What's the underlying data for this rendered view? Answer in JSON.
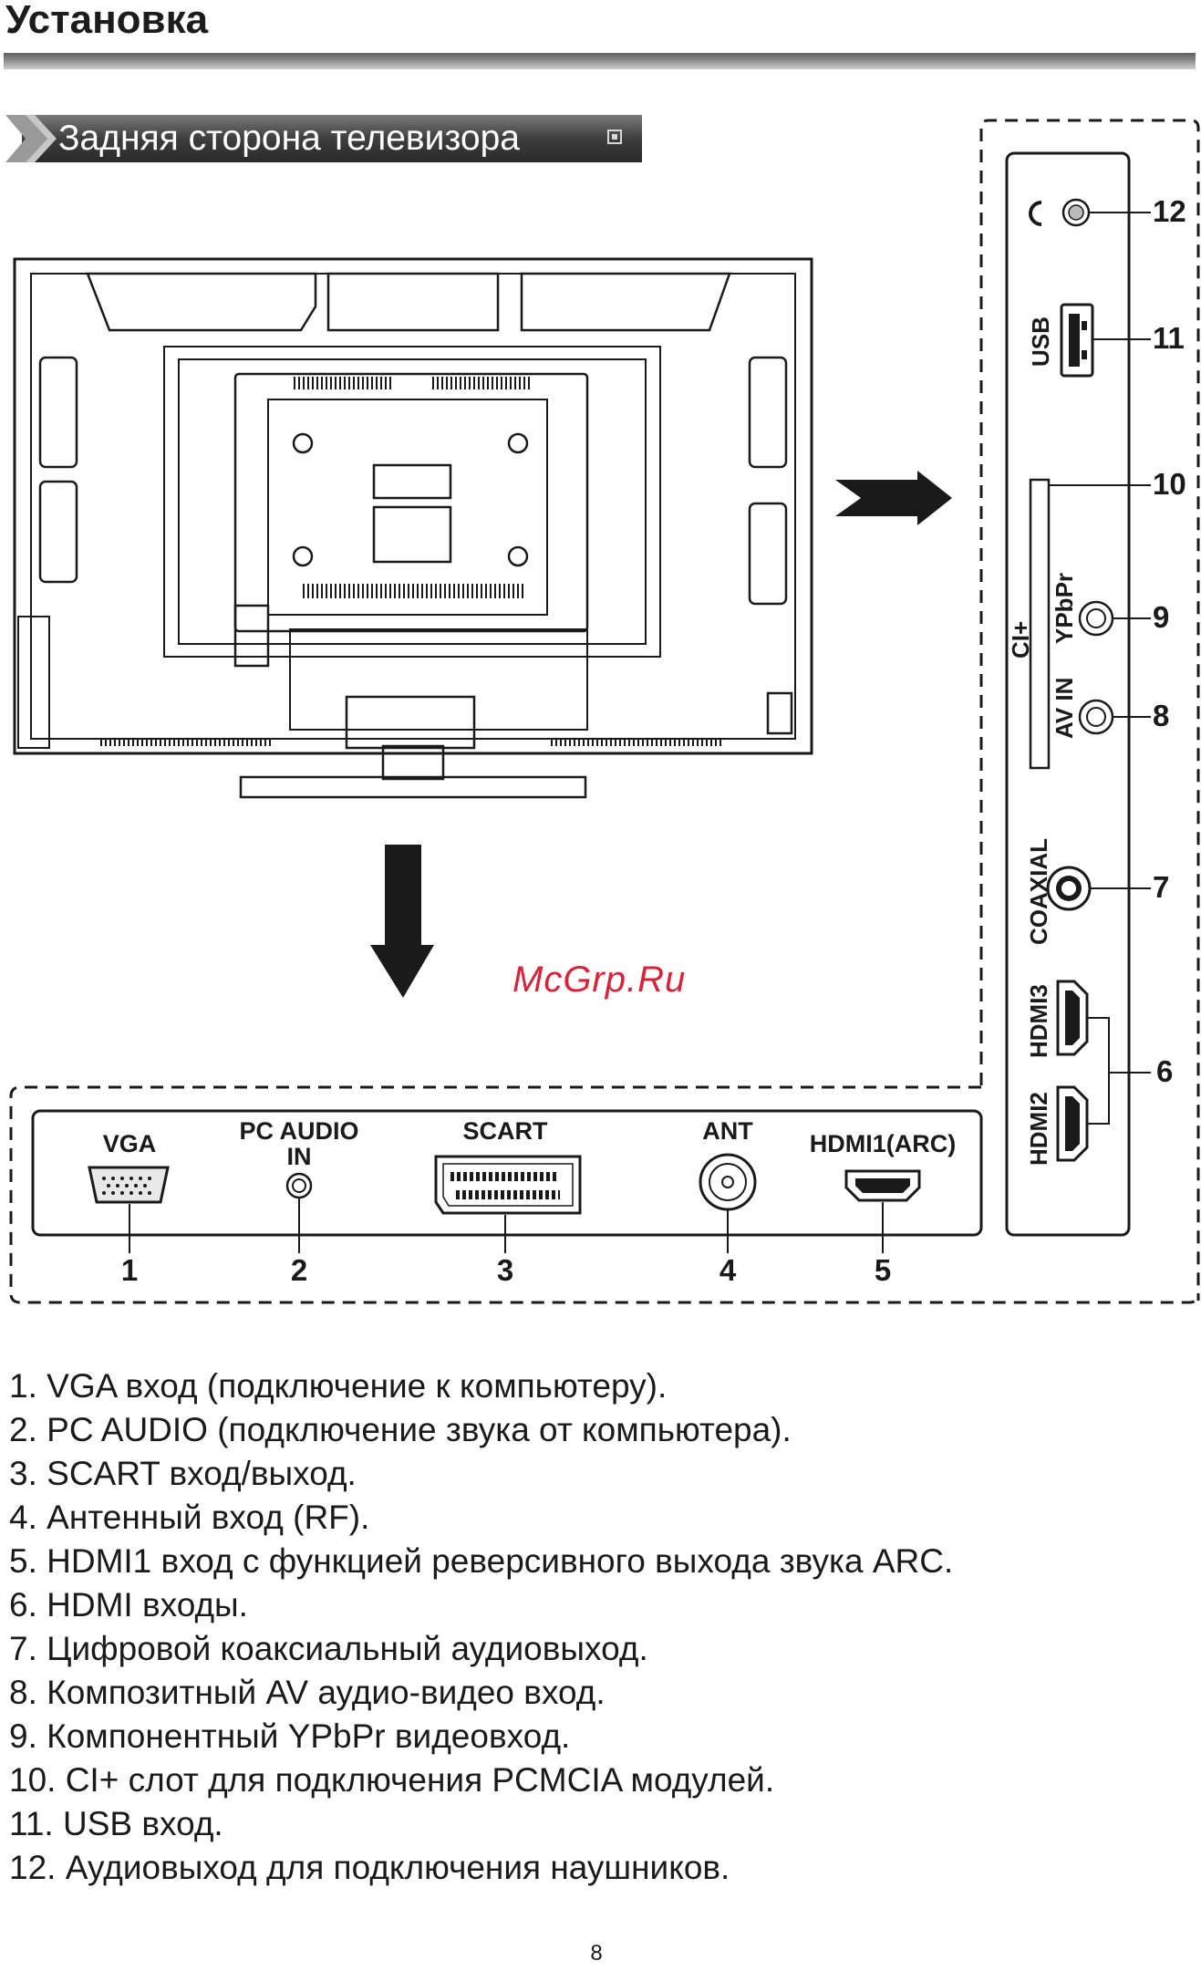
{
  "page": {
    "title": "Установка",
    "section_label": "Задняя сторона телевизора",
    "watermark": "McGrp.Ru",
    "page_number": "8"
  },
  "bottom_panel": {
    "ports": [
      {
        "number": "1",
        "label": "VGA"
      },
      {
        "number": "2",
        "label_line1": "PC AUDIO",
        "label_line2": "IN"
      },
      {
        "number": "3",
        "label": "SCART"
      },
      {
        "number": "4",
        "label": "ANT"
      },
      {
        "number": "5",
        "label": "HDMI1(ARC)"
      }
    ]
  },
  "side_panel": {
    "ports": [
      {
        "number": "12",
        "label": ""
      },
      {
        "number": "11",
        "label": "USB"
      },
      {
        "number": "10",
        "label": "CI+"
      },
      {
        "number": "9",
        "label": "YPbPr"
      },
      {
        "number": "8",
        "label": "AV IN"
      },
      {
        "number": "7",
        "label": "COAXIAL"
      },
      {
        "number": "6",
        "labels": [
          "HDMI3",
          "HDMI2"
        ]
      }
    ]
  },
  "descriptions": [
    "1. VGA вход (подключение к компьютеру).",
    "2. PC AUDIO (подключение звука от компьютера).",
    "3. SCART вход/выход.",
    "4. Антенный вход (RF).",
    "5. HDMI1 вход с функцией реверсивного выхода звука ARC.",
    "6. HDMI входы.",
    "7. Цифровой коаксиальный аудиовыход.",
    "8. Композитный AV аудио-видео вход.",
    "9. Компонентный YPbPr видеовход.",
    "10. CI+ слот для подключения PCMCIA модулей.",
    "11. USB вход.",
    "12. Аудиовыход для подключения наушников."
  ]
}
